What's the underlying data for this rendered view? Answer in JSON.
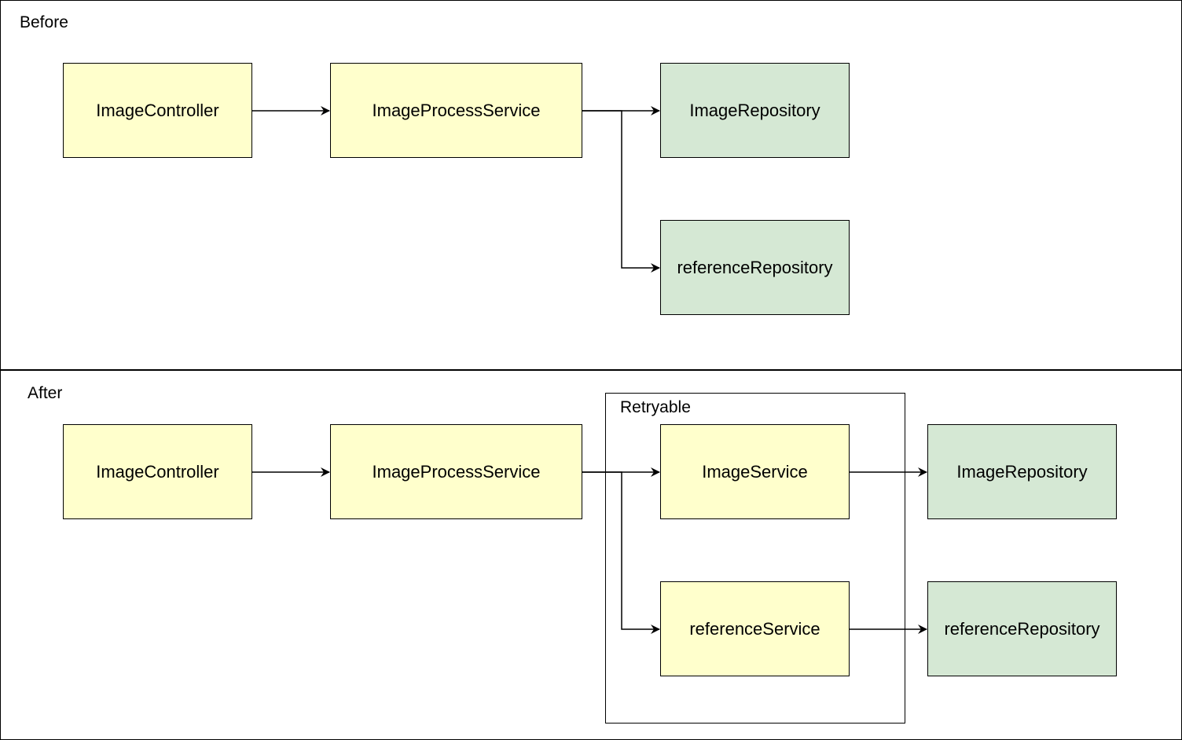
{
  "colors": {
    "service": "#ffffcc",
    "repository": "#d5e8d4",
    "stroke": "#000000"
  },
  "before": {
    "label": "Before",
    "nodes": {
      "controller": "ImageController",
      "process": "ImageProcessService",
      "image_repo": "ImageRepository",
      "reference_repo": "referenceRepository"
    }
  },
  "after": {
    "label": "After",
    "group_label": "Retryable",
    "nodes": {
      "controller": "ImageController",
      "process": "ImageProcessService",
      "image_service": "ImageService",
      "reference_service": "referenceService",
      "image_repo": "ImageRepository",
      "reference_repo": "referenceRepository"
    }
  }
}
